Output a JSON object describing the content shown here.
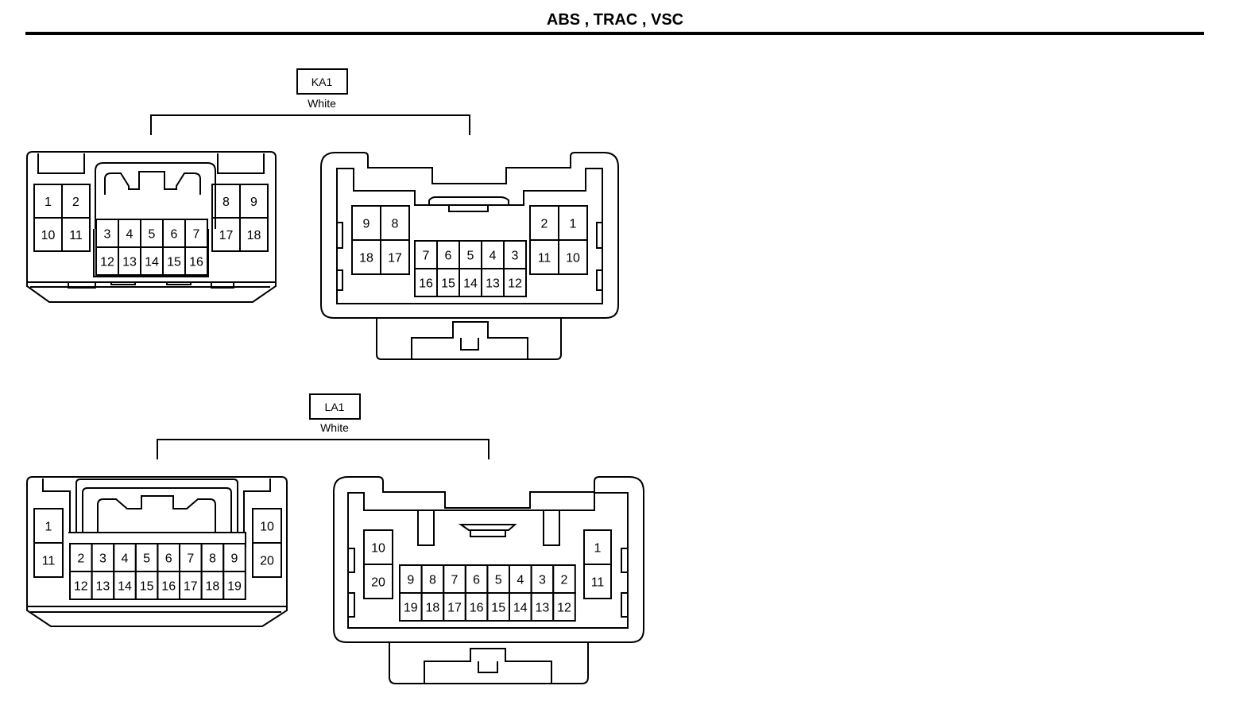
{
  "title": "ABS , TRAC , VSC",
  "connectors": [
    {
      "code": "KA1",
      "color": "White",
      "left_pins": [
        "1",
        "2",
        "10",
        "11",
        "3",
        "4",
        "5",
        "6",
        "7",
        "12",
        "13",
        "14",
        "15",
        "16",
        "8",
        "9",
        "17",
        "18"
      ],
      "right_pins": [
        "9",
        "8",
        "18",
        "17",
        "7",
        "6",
        "5",
        "4",
        "3",
        "16",
        "15",
        "14",
        "13",
        "12",
        "2",
        "1",
        "11",
        "10"
      ]
    },
    {
      "code": "LA1",
      "color": "White",
      "left_pins": [
        "1",
        "11",
        "2",
        "3",
        "4",
        "5",
        "6",
        "7",
        "8",
        "9",
        "12",
        "13",
        "14",
        "15",
        "16",
        "17",
        "18",
        "19",
        "10",
        "20"
      ],
      "right_pins": [
        "10",
        "20",
        "9",
        "8",
        "7",
        "6",
        "5",
        "4",
        "3",
        "2",
        "19",
        "18",
        "17",
        "16",
        "15",
        "14",
        "13",
        "12",
        "1",
        "11"
      ]
    }
  ]
}
